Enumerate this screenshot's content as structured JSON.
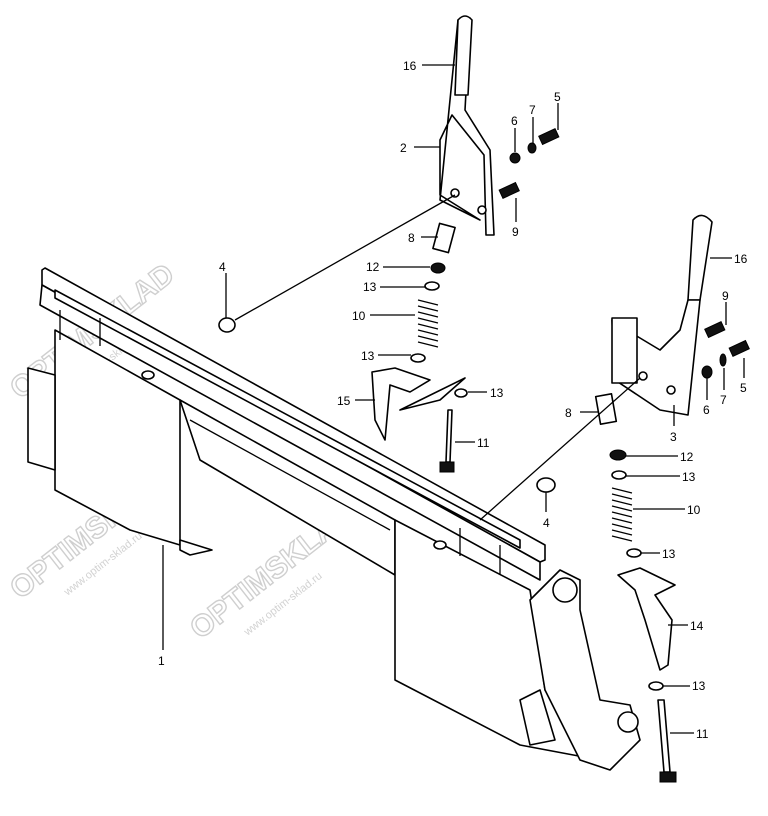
{
  "watermark": {
    "brand": "OPTIMSKLAD",
    "url": "www.optim-sklad.ru"
  },
  "callouts": {
    "left_assembly": [
      "16",
      "2",
      "6",
      "7",
      "5",
      "9",
      "8",
      "12",
      "13",
      "10",
      "13",
      "15",
      "13",
      "11",
      "4"
    ],
    "right_assembly": [
      "16",
      "9",
      "5",
      "7",
      "6",
      "3",
      "8",
      "12",
      "13",
      "10",
      "4",
      "13",
      "14",
      "13",
      "11"
    ],
    "frame": "1"
  }
}
